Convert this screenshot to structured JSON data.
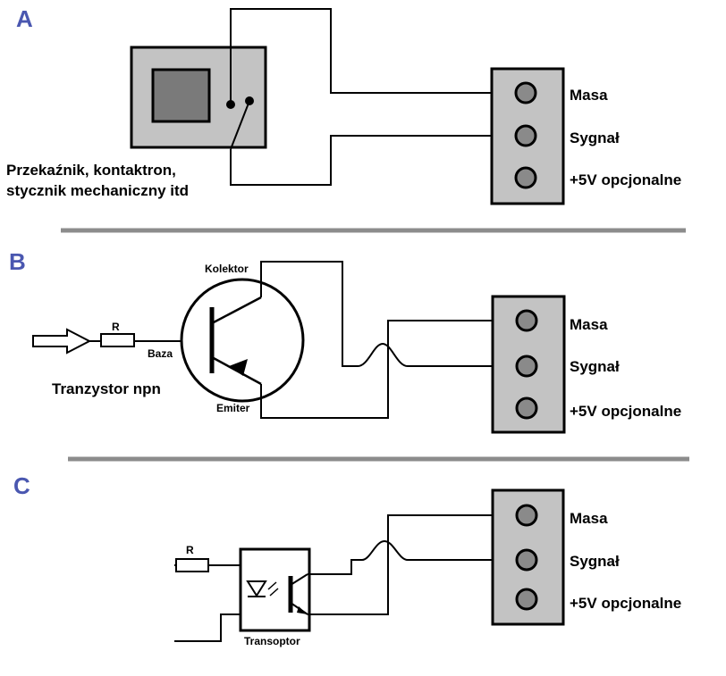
{
  "colors": {
    "section_letter": "#4a57b0",
    "connector_fill": "#c3c3c3",
    "pin_fill": "#8a8a8a",
    "divider": "#8c8c8c"
  },
  "connector_pins": [
    "Masa",
    "Sygnał",
    "+5V opcjonalne"
  ],
  "section_a": {
    "letter": "A",
    "caption_line1": "Przekaźnik, kontaktron,",
    "caption_line2": "stycznik mechaniczny itd"
  },
  "section_b": {
    "letter": "B",
    "kolektor": "Kolektor",
    "baza": "Baza",
    "emiter": "Emiter",
    "resistor": "R",
    "caption": "Tranzystor npn"
  },
  "section_c": {
    "letter": "C",
    "resistor": "R",
    "caption": "Transoptor"
  },
  "icons": [
    "relay-icon",
    "npn-transistor-icon",
    "input-arrow-icon",
    "resistor-icon",
    "led-icon",
    "phototransistor-icon",
    "optocoupler-icon"
  ]
}
